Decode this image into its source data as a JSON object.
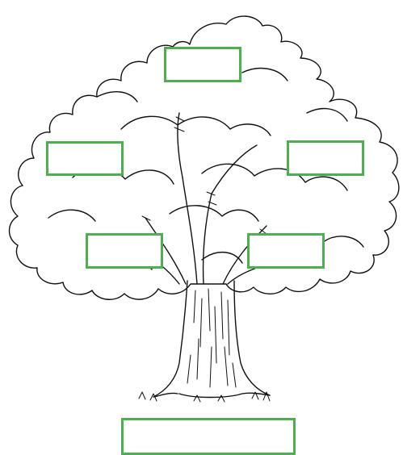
{
  "diagram": {
    "type": "family-tree-template",
    "box_border_color": "#4caf50",
    "line_color": "#111111",
    "boxes": [
      {
        "id": "top",
        "label": ""
      },
      {
        "id": "left-upper",
        "label": ""
      },
      {
        "id": "right-upper",
        "label": ""
      },
      {
        "id": "left-lower",
        "label": ""
      },
      {
        "id": "right-lower",
        "label": ""
      },
      {
        "id": "bottom",
        "label": ""
      }
    ]
  }
}
